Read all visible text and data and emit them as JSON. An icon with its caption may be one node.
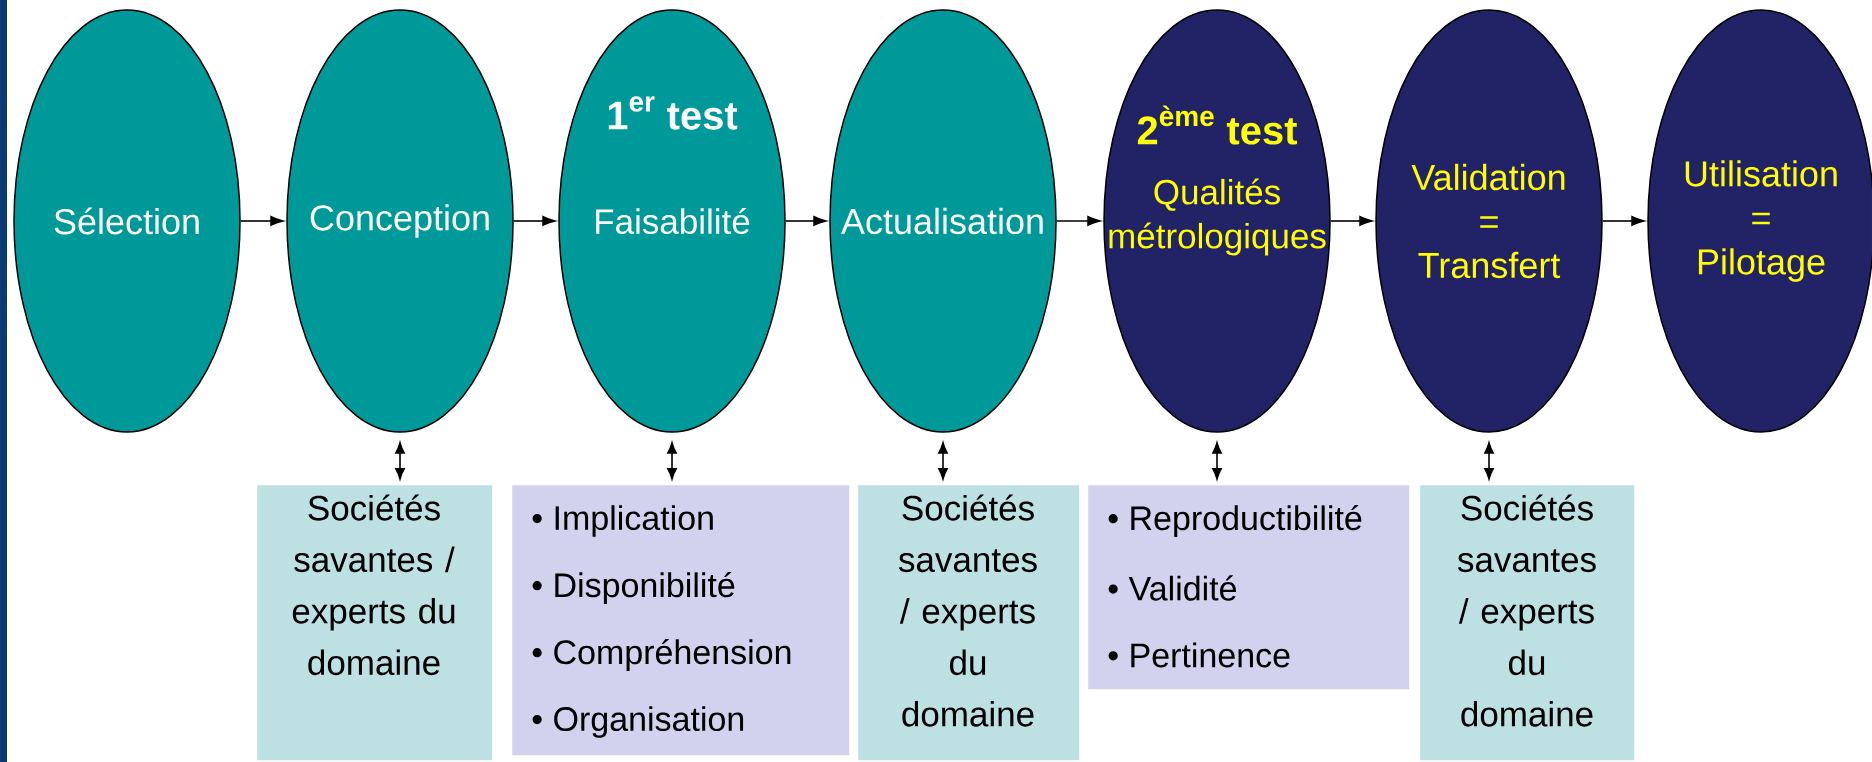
{
  "diagram": {
    "nodes": [
      {
        "text": [
          "Sélection"
        ]
      },
      {
        "text": [
          "Conception"
        ]
      },
      {
        "text": [
          "\\text{1}^{\\text{er}}\\text{ test}",
          "Faisabilité"
        ]
      },
      {
        "text": [
          "Actualisation"
        ]
      },
      {
        "text": [
          "\\text{2}^{\\text{ème}}\\text{ test}",
          "Qualités métrologiques"
        ]
      },
      {
        "text": [
          "Validation = Transfert"
        ]
      },
      {
        "text": [
          "Utilisation = Pilotage"
        ]
      },
      {
        "text": [
          "Sociétés savantes / experts du domaine"
        ]
      },
      {
        "text": [
          "• Implication",
          "• Disponibilité",
          "• Compréhension",
          "• Organisation"
        ]
      },
      {
        "text": [
          "Sociétés savantes / experts du domaine"
        ]
      },
      {
        "text": [
          "• Reproductibilité",
          "• Validité",
          "• Pertinence"
        ]
      },
      {
        "text": [
          "Sociétés savantes / experts du domaine"
        ]
      }
    ],
    "edges": [
      {
        "from": 0,
        "to": 1,
        "arrow": "to"
      },
      {
        "from": 1,
        "to": 2,
        "arrow": "to"
      },
      {
        "from": 2,
        "to": 3,
        "arrow": "to"
      },
      {
        "from": 3,
        "to": 4,
        "arrow": "to"
      },
      {
        "from": 4,
        "to": 5,
        "arrow": "to"
      },
      {
        "from": 5,
        "to": 6,
        "arrow": "to"
      },
      {
        "from": 1,
        "to": 7,
        "arrow": "both"
      },
      {
        "from": 2,
        "to": 8,
        "arrow": "both"
      },
      {
        "from": 3,
        "to": 9,
        "arrow": "both"
      },
      {
        "from": 4,
        "to": 10,
        "arrow": "both"
      },
      {
        "from": 5,
        "to": 11,
        "arrow": "both"
      }
    ]
  }
}
